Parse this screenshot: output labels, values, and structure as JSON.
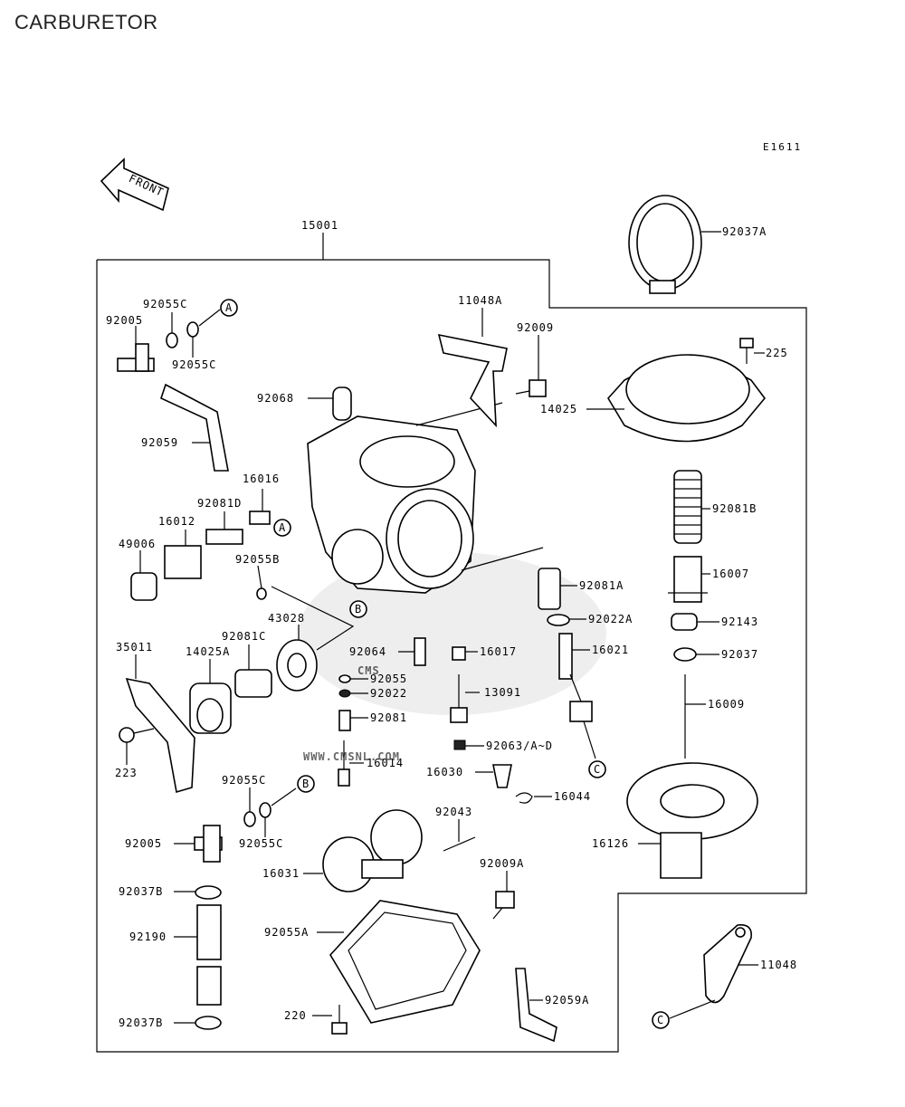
{
  "page_title": "CARBURETOR",
  "reference_code": "E1611",
  "front_arrow_label": "FRONT",
  "watermark": {
    "main": "CMS",
    "url": "WWW.CMSNL.COM"
  },
  "part_labels": [
    {
      "id": "p15001",
      "text": "15001"
    },
    {
      "id": "p92037A",
      "text": "92037A"
    },
    {
      "id": "p92055C_a",
      "text": "92055C"
    },
    {
      "id": "p92005_a",
      "text": "92005"
    },
    {
      "id": "p92055C_b",
      "text": "92055C"
    },
    {
      "id": "p11048A",
      "text": "11048A"
    },
    {
      "id": "p92009",
      "text": "92009"
    },
    {
      "id": "p225",
      "text": "225"
    },
    {
      "id": "p92068",
      "text": "92068"
    },
    {
      "id": "p14025",
      "text": "14025"
    },
    {
      "id": "p92059",
      "text": "92059"
    },
    {
      "id": "p16016",
      "text": "16016"
    },
    {
      "id": "p92081D",
      "text": "92081D"
    },
    {
      "id": "p16012",
      "text": "16012"
    },
    {
      "id": "p92081B",
      "text": "92081B"
    },
    {
      "id": "p49006",
      "text": "49006"
    },
    {
      "id": "p92055B",
      "text": "92055B"
    },
    {
      "id": "p16007",
      "text": "16007"
    },
    {
      "id": "p92081A",
      "text": "92081A"
    },
    {
      "id": "p43028",
      "text": "43028"
    },
    {
      "id": "p92022A",
      "text": "92022A"
    },
    {
      "id": "p92143",
      "text": "92143"
    },
    {
      "id": "p35011",
      "text": "35011"
    },
    {
      "id": "p92081C",
      "text": "92081C"
    },
    {
      "id": "p14025A",
      "text": "14025A"
    },
    {
      "id": "p92064",
      "text": "92064"
    },
    {
      "id": "p16017",
      "text": "16017"
    },
    {
      "id": "p16021",
      "text": "16021"
    },
    {
      "id": "p92037",
      "text": "92037"
    },
    {
      "id": "p92055",
      "text": "92055"
    },
    {
      "id": "p92022",
      "text": "92022"
    },
    {
      "id": "p13091",
      "text": "13091"
    },
    {
      "id": "p16009",
      "text": "16009"
    },
    {
      "id": "p92081",
      "text": "92081"
    },
    {
      "id": "p92063",
      "text": "92063/A~D"
    },
    {
      "id": "p223",
      "text": "223"
    },
    {
      "id": "p16014",
      "text": "16014"
    },
    {
      "id": "p16030",
      "text": "16030"
    },
    {
      "id": "p92055C_c",
      "text": "92055C"
    },
    {
      "id": "p16044",
      "text": "16044"
    },
    {
      "id": "p92043",
      "text": "92043"
    },
    {
      "id": "p92005_b",
      "text": "92005"
    },
    {
      "id": "p92055C_d",
      "text": "92055C"
    },
    {
      "id": "p16126",
      "text": "16126"
    },
    {
      "id": "p16031",
      "text": "16031"
    },
    {
      "id": "p92037B_a",
      "text": "92037B"
    },
    {
      "id": "p92009A",
      "text": "92009A"
    },
    {
      "id": "p92190",
      "text": "92190"
    },
    {
      "id": "p92055A",
      "text": "92055A"
    },
    {
      "id": "p11048",
      "text": "11048"
    },
    {
      "id": "p92059A",
      "text": "92059A"
    },
    {
      "id": "p220",
      "text": "220"
    },
    {
      "id": "p92037B_b",
      "text": "92037B"
    }
  ],
  "callouts": [
    {
      "id": "cA1",
      "text": "A"
    },
    {
      "id": "cA2",
      "text": "A"
    },
    {
      "id": "cB1",
      "text": "B"
    },
    {
      "id": "cB2",
      "text": "B"
    },
    {
      "id": "cC1",
      "text": "C"
    },
    {
      "id": "cC2",
      "text": "C"
    }
  ]
}
